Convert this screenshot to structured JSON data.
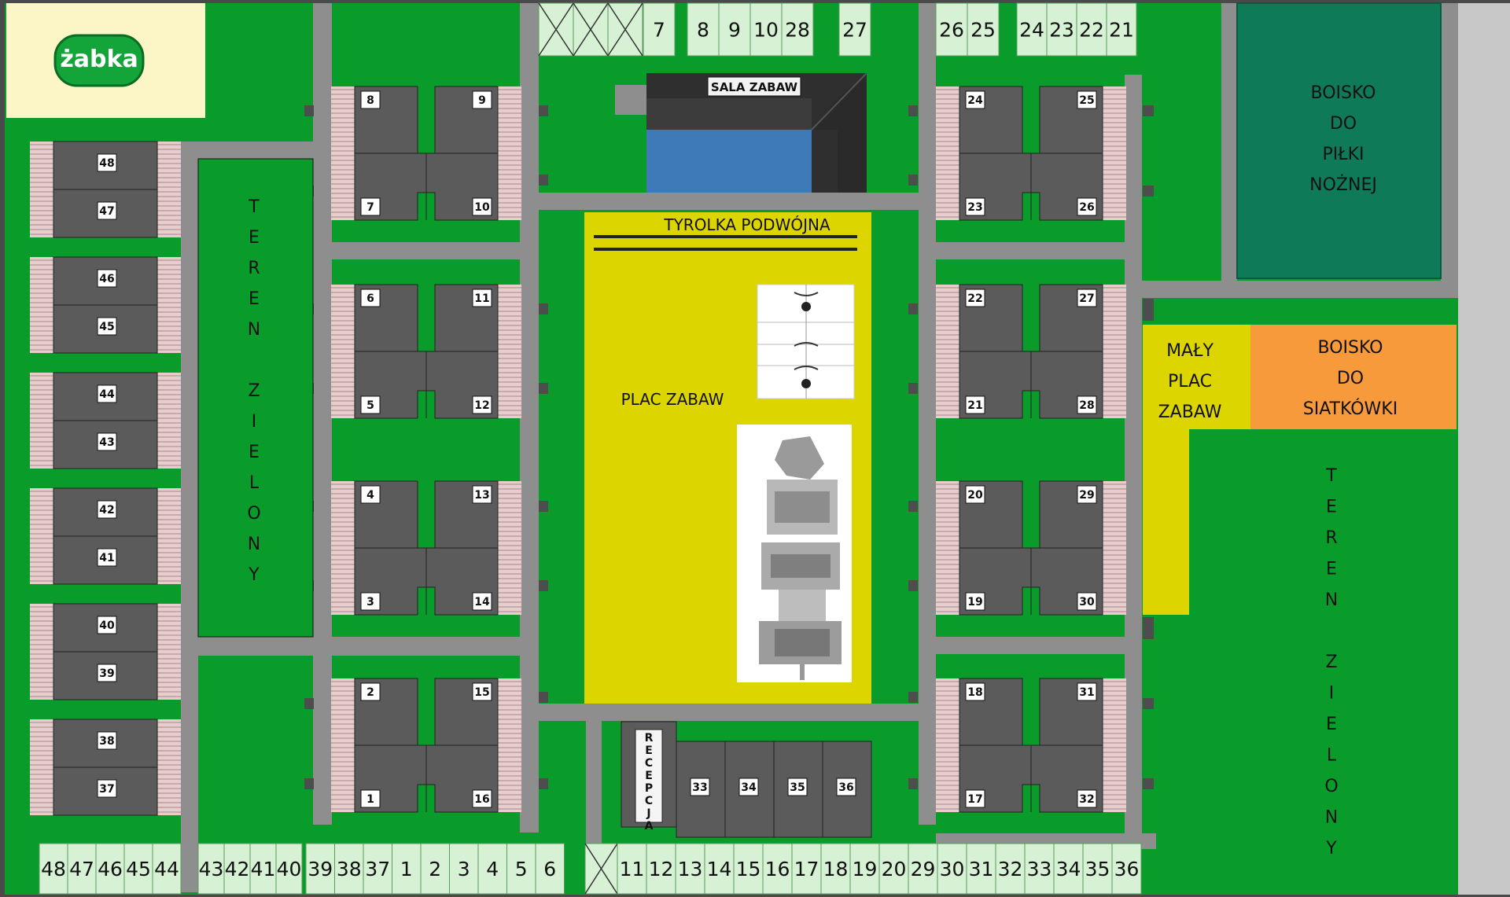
{
  "logo": {
    "text": "żabka"
  },
  "labels": {
    "sala_zabaw": "SALA ZABAW",
    "tyrolka": "TYROLKA PODWÓJNA",
    "plac_zabaw": "PLAC ZABAW",
    "recepcja": "RECEPCJA",
    "teren_zielony": "TEREN ZIELONY",
    "boisko_pilki": [
      "BOISKO",
      "DO",
      "PIŁKI",
      "NOŻNEJ"
    ],
    "maly_plac": [
      "MAŁY",
      "PLAC",
      "ZABAW"
    ],
    "boisko_siatkowki": [
      "BOISKO",
      "DO",
      "SIATKÓWKI"
    ]
  },
  "parking": {
    "top": [
      "7",
      "8",
      "9",
      "10",
      "28",
      "27",
      "26",
      "25",
      "24",
      "23",
      "22",
      "21"
    ],
    "bottom_left": [
      "48",
      "47",
      "46",
      "45",
      "44",
      "43",
      "42",
      "41",
      "40",
      "39",
      "38",
      "37",
      "1",
      "2",
      "3",
      "4",
      "5",
      "6"
    ],
    "bottom_right": [
      "11",
      "12",
      "13",
      "14",
      "15",
      "16",
      "17",
      "18",
      "19",
      "20",
      "29",
      "30",
      "31",
      "32",
      "33",
      "34",
      "35",
      "36"
    ]
  },
  "houses": {
    "left_column": [
      "48",
      "47",
      "46",
      "45",
      "44",
      "43",
      "42",
      "41",
      "40",
      "39",
      "38",
      "37"
    ],
    "block_a": [
      "8",
      "9",
      "7",
      "10",
      "6",
      "11",
      "5",
      "12",
      "4",
      "13",
      "3",
      "14",
      "2",
      "15",
      "1",
      "16"
    ],
    "block_b": [
      "24",
      "25",
      "23",
      "26",
      "22",
      "27",
      "21",
      "28",
      "20",
      "29",
      "19",
      "30",
      "18",
      "31",
      "17",
      "32"
    ],
    "recepcja_row": [
      "33",
      "34",
      "35",
      "36"
    ]
  },
  "colors": {
    "grass": "#0a9c2b",
    "path": "#8e8e8e",
    "house": "#5b5b5b",
    "parking": "#d6f1d4",
    "playground": "#dcd500",
    "football": "#0f7a57",
    "volleyball": "#f79a3c",
    "logo_bg": "#fcf5c6",
    "pool": "#3e7ab8"
  }
}
